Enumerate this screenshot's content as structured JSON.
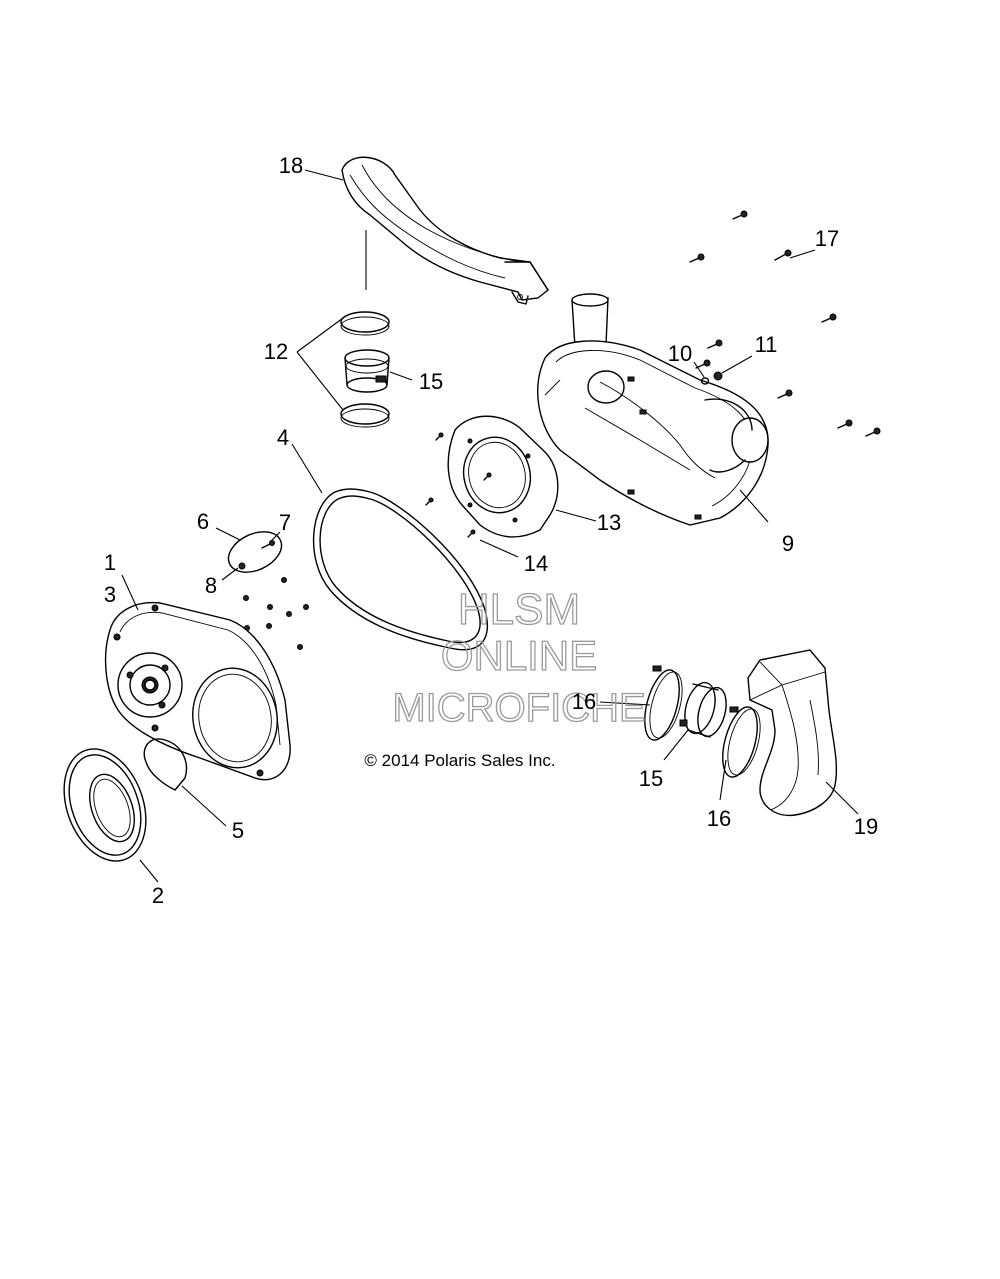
{
  "callouts": {
    "c1": "1",
    "c2": "2",
    "c3": "3",
    "c4": "4",
    "c5": "5",
    "c6": "6",
    "c7": "7",
    "c8": "8",
    "c9": "9",
    "c10": "10",
    "c11": "11",
    "c12": "12",
    "c13": "13",
    "c14": "14",
    "c15a": "15",
    "c15b": "15",
    "c16a": "16",
    "c16b": "16",
    "c17": "17",
    "c18": "18",
    "c19": "19"
  },
  "watermark": {
    "line1": "HLSM",
    "line2": "ONLINE",
    "line3": "MICROFICHE"
  },
  "copyright": "© 2014 Polaris Sales Inc."
}
